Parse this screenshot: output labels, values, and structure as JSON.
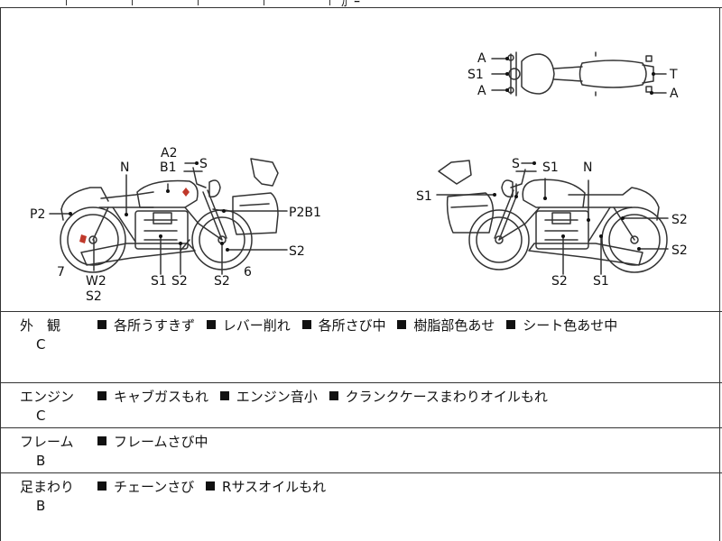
{
  "header_fragment": "ｶﾞｰ",
  "diagram": {
    "top_view_labels": [
      "A",
      "S1",
      "A",
      "T",
      "A"
    ],
    "left_side_labels": [
      "A2",
      "B1",
      "S",
      "N",
      "P2",
      "P2B1",
      "7",
      "W2",
      "S2",
      "S1",
      "S2",
      "S2",
      "6",
      "S2"
    ],
    "right_side_labels": [
      "S",
      "S1",
      "S1",
      "N",
      "S2",
      "S2",
      "S2",
      "S1"
    ]
  },
  "sections": [
    {
      "label": "外　観",
      "grade": "C",
      "items": [
        "各所うすきず",
        "レバー削れ",
        "各所さび中",
        "樹脂部色あせ",
        "シート色あせ中"
      ]
    },
    {
      "label": "エンジン",
      "grade": "C",
      "items": [
        "キャブガスもれ",
        "エンジン音小",
        "クランクケースまわりオイルもれ"
      ]
    },
    {
      "label": "フレーム",
      "grade": "B",
      "items": [
        "フレームさび中"
      ]
    },
    {
      "label": "足まわり",
      "grade": "B",
      "items": [
        "チェーンさび",
        "Rサスオイルもれ"
      ]
    }
  ],
  "colors": {
    "line": "#333333",
    "damage_mark": "#c0392b"
  }
}
